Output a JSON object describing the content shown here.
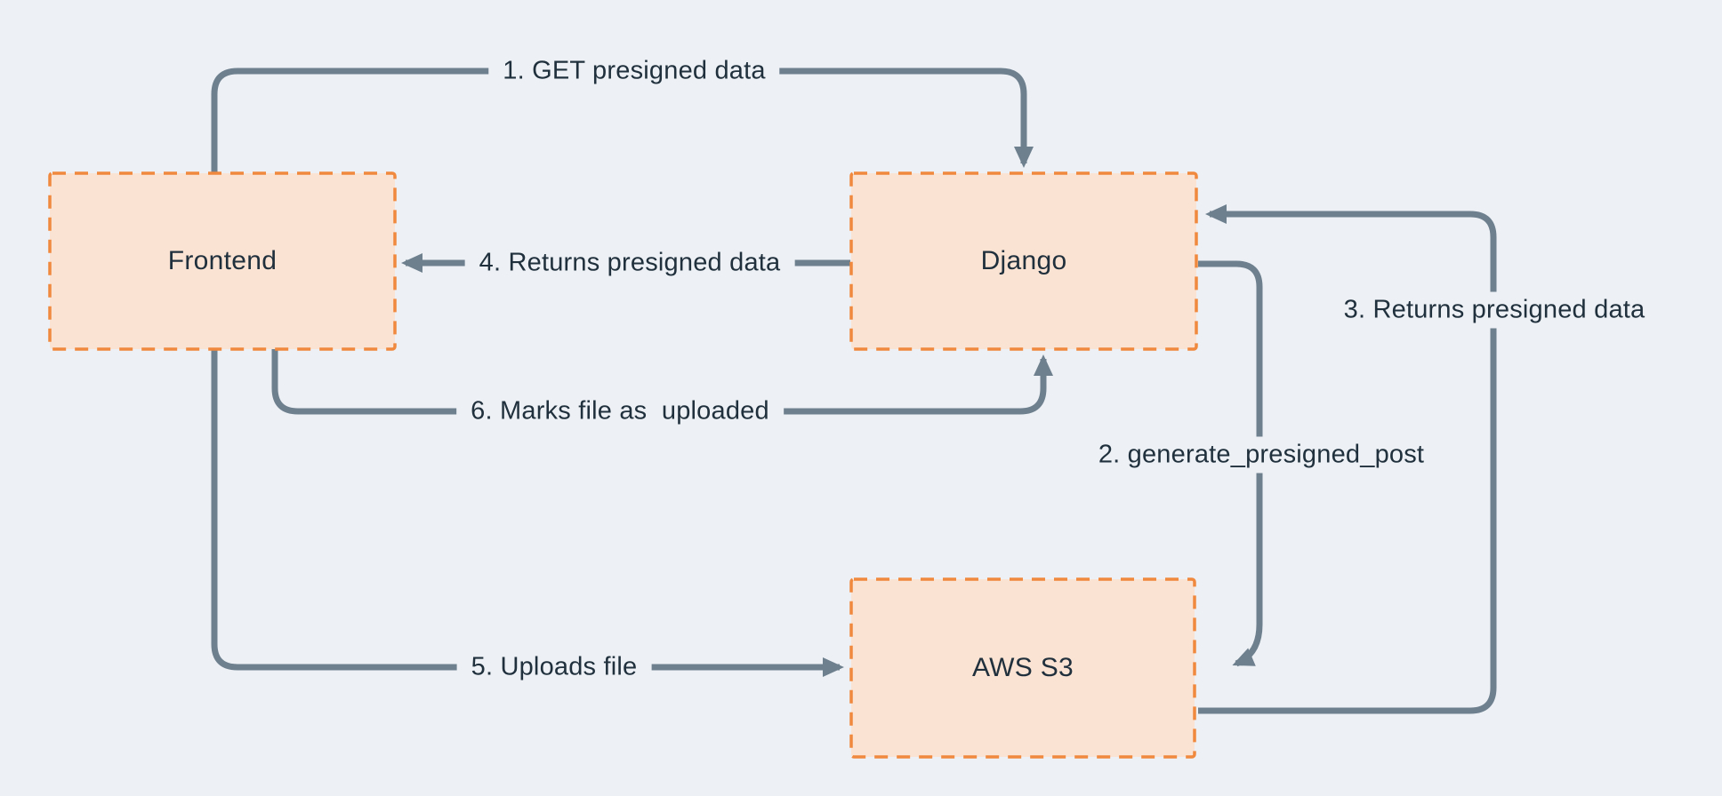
{
  "colors": {
    "bg": "#edf1f5",
    "arrow": "#6e7f8e",
    "box-fill": "#fbe3d3",
    "box-border": "#f0883d",
    "text": "#20303c"
  },
  "nodes": {
    "frontend": {
      "label": "Frontend"
    },
    "django": {
      "label": "Django"
    },
    "aws_s3": {
      "label": "AWS S3"
    }
  },
  "edges": {
    "e1": {
      "label": "1. GET presigned data"
    },
    "e2": {
      "label": "2. generate_presigned_post"
    },
    "e3": {
      "label": "3. Returns presigned data"
    },
    "e4": {
      "label": "4. Returns presigned data"
    },
    "e5": {
      "label": "5. Uploads file"
    },
    "e6": {
      "label": "6. Marks file as  uploaded"
    }
  }
}
